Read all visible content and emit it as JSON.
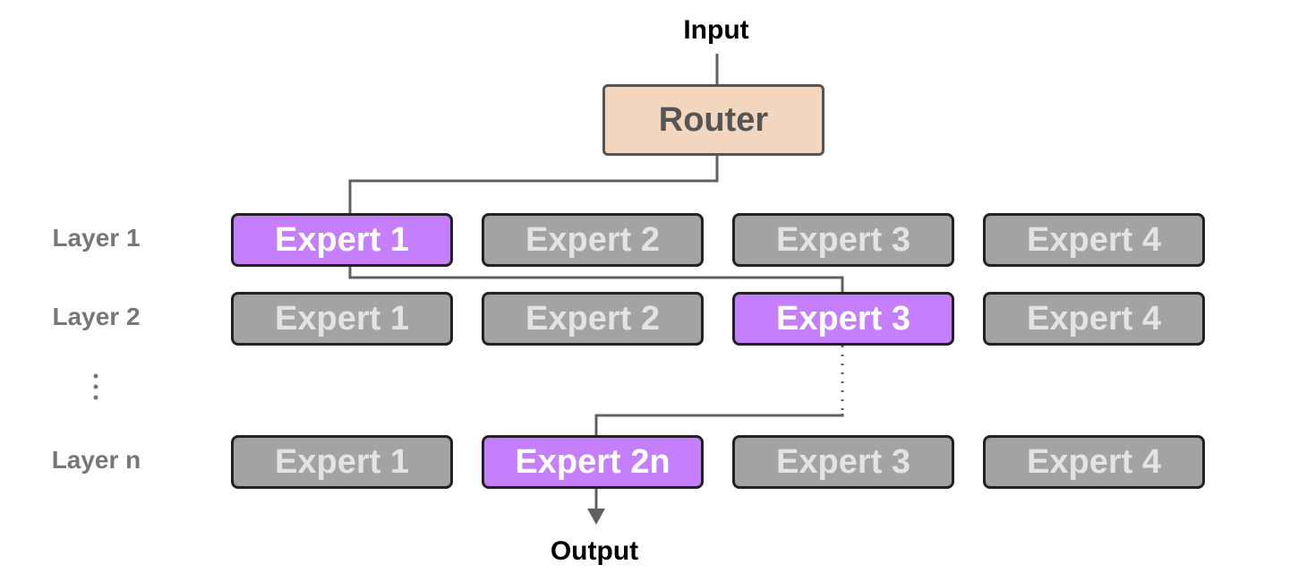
{
  "input_label": "Input",
  "output_label": "Output",
  "router_label": "Router",
  "colors": {
    "router_fill": "#f3d6bf",
    "expert_active": "#c57ffc",
    "expert_inactive": "#a3a3a3",
    "connector": "#606060"
  },
  "layers": [
    {
      "label": "Layer 1",
      "experts": [
        {
          "label": "Expert 1",
          "active": true
        },
        {
          "label": "Expert 2",
          "active": false
        },
        {
          "label": "Expert 3",
          "active": false
        },
        {
          "label": "Expert 4",
          "active": false
        }
      ]
    },
    {
      "label": "Layer 2",
      "experts": [
        {
          "label": "Expert 1",
          "active": false
        },
        {
          "label": "Expert 2",
          "active": false
        },
        {
          "label": "Expert 3",
          "active": true
        },
        {
          "label": "Expert 4",
          "active": false
        }
      ]
    },
    {
      "label": "Layer n",
      "experts": [
        {
          "label": "Expert 1",
          "active": false
        },
        {
          "label": "Expert 2n",
          "active": true
        },
        {
          "label": "Expert 3",
          "active": false
        },
        {
          "label": "Expert 4",
          "active": false
        }
      ]
    }
  ]
}
